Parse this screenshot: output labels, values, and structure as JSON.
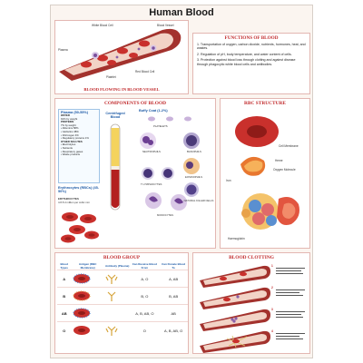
{
  "title": "Human Blood",
  "vessel": {
    "caption": "BLOOD FLOWING IN BLOOD VESSEL",
    "labels": [
      "Plasma",
      "White Blood Cell",
      "Blood Vessel",
      "Platelet",
      "Red Blood Cell"
    ]
  },
  "functions": {
    "heading": "FUNCTIONS OF BLOOD",
    "items": [
      "1. Transportation of oxygen, carbon dioxide, nutrients, hormones, heat, and wastes.",
      "2. Regulation of pH, body temperature, and water content of cells.",
      "3. Protection against blood loss through clotting and against disease through phagocytic white blood cells and antibodies."
    ]
  },
  "components": {
    "heading": "COMPONENTS OF BLOOD",
    "plasma_heading": "Plasma (50-55%)",
    "plasma_lines": [
      "WATER",
      "91% by weight",
      "PROTEINS",
      "7% by weight",
      "• Albumins 58%",
      "• Globulins 38%",
      "• Fibrinogen 4%",
      "• Regulatory proteins 1%",
      "OTHER SOLUTES",
      "• Electrolytes",
      "• Nutrients",
      "• Respiratory gases",
      "• Waste products"
    ],
    "tube_label": "Centrifuged Blood",
    "buffy_heading": "Buffy Coat (1-2%)",
    "platelets_label": "PLATELETS",
    "neutrophils_label": "NEUTROPHILS",
    "basophils_label": "BASOPHILS",
    "eosinophils_label": "EOSINOPHILS",
    "lymphocytes_label": "T LYMPHOCYTES",
    "nk_label": "NATURAL KILLER CELLS",
    "monocytes_label": "MONOCYTES",
    "rbc_heading": "Erythrocytes (RBCs) (45-50%)",
    "rbc_lines": [
      "ERYTHROCYTES",
      "4.8-5.4 million per cubic mm"
    ]
  },
  "rbc_structure": {
    "heading": "RBC STRUCTURE",
    "labels": [
      "Cell Membrane",
      "Heme",
      "Oxygen Molecule",
      "Iron",
      "Haemoglobin"
    ]
  },
  "blood_group": {
    "heading": "BLOOD GROUP",
    "headers": [
      "Blood Types",
      "Antigen (RBC Membrane)",
      "Antibody (Plasma)",
      "Can Receive Blood From",
      "Can Donate Blood To"
    ],
    "rows": [
      {
        "type": "A",
        "receive": "A, O",
        "donate": "A, AB"
      },
      {
        "type": "B",
        "receive": "B, O",
        "donate": "B, AB"
      },
      {
        "type": "AB",
        "receive": "A, B, AB, O",
        "donate": "AB"
      },
      {
        "type": "O",
        "receive": "O",
        "donate": "A, B, AB, O"
      }
    ]
  },
  "clotting": {
    "heading": "BLOOD CLOTTING",
    "steps": [
      "1",
      "2",
      "3",
      "4"
    ]
  },
  "colors": {
    "accent_red": "#c0282a",
    "rbc": "#c9302c",
    "vessel": "#a3322d",
    "label_blue": "#1d5aa6"
  }
}
